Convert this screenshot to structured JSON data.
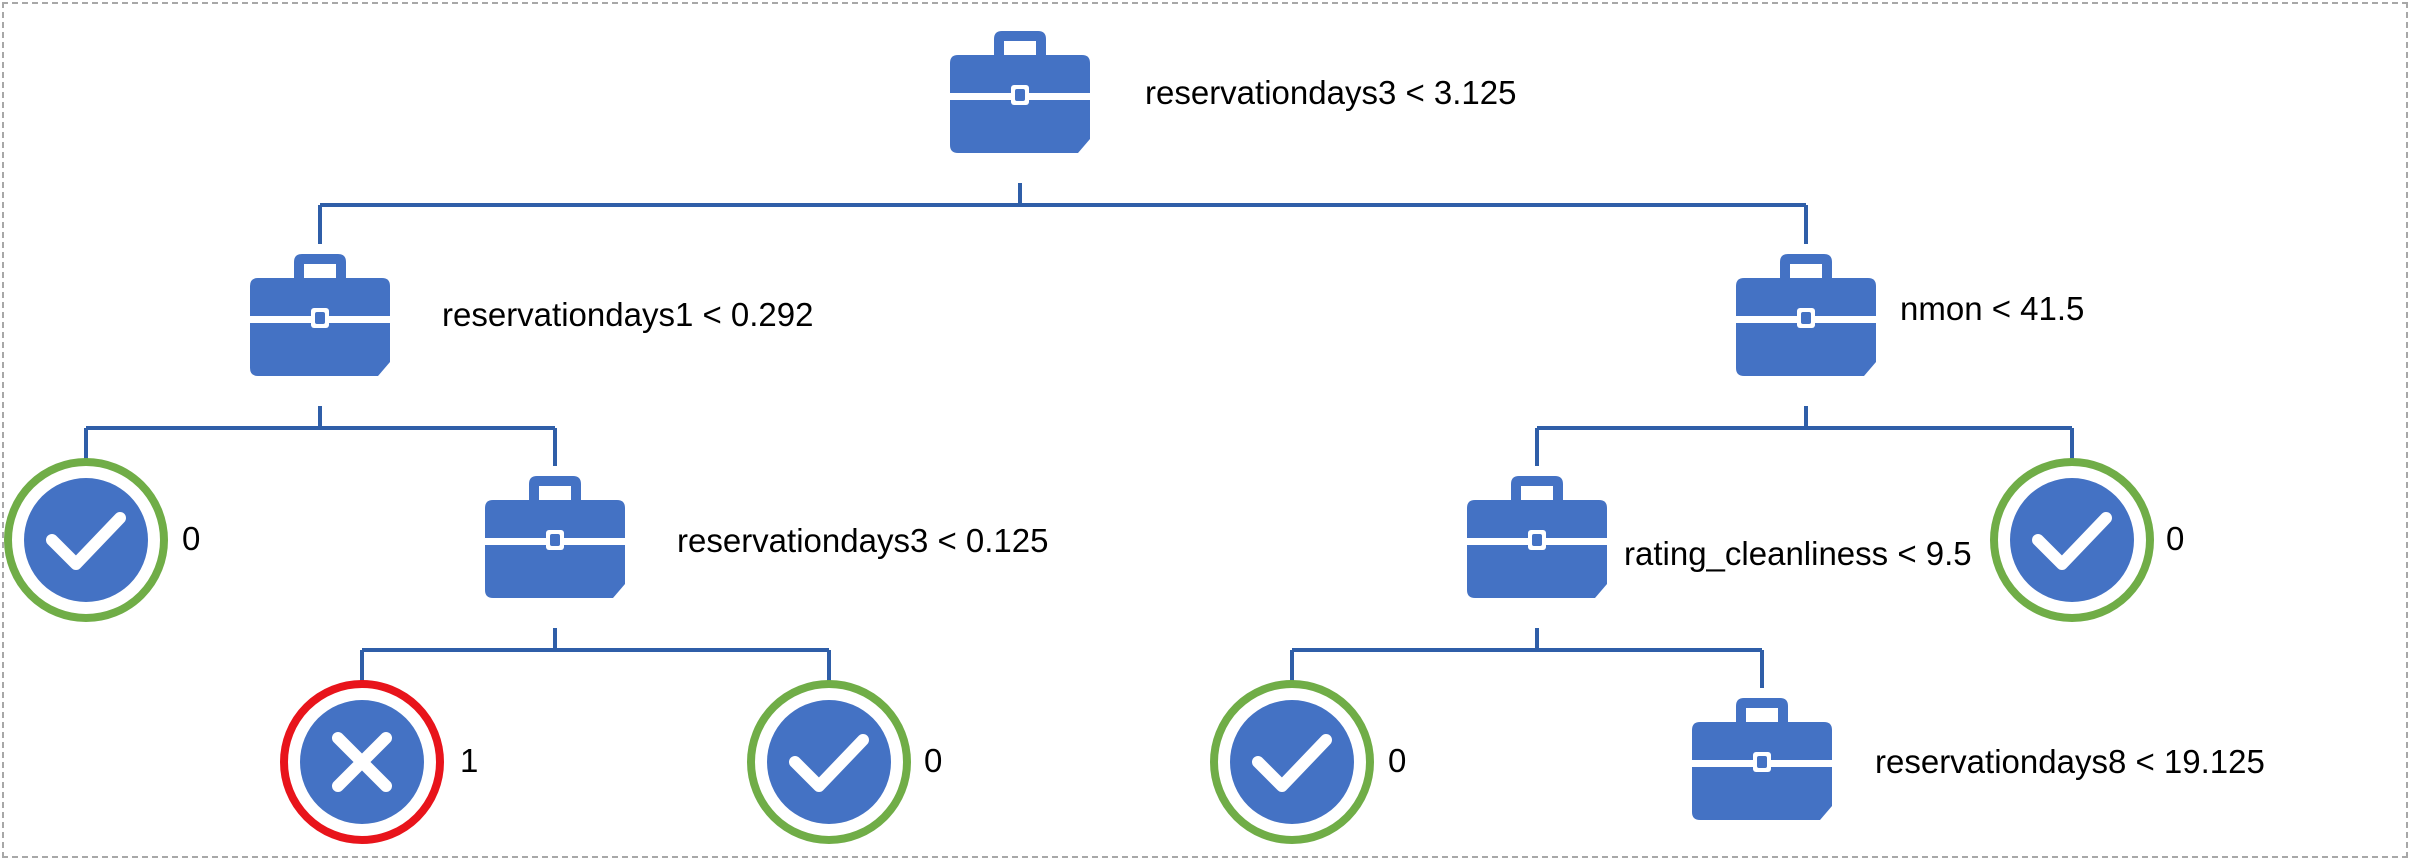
{
  "tree": {
    "colors": {
      "icon_fill": "#4472C4",
      "icon_cutout": "#ffffff",
      "connector": "#2f5ea8",
      "leaf_ok_ring": "#70ad47",
      "leaf_fail_ring": "#e8141b",
      "text": "#000000"
    },
    "nodes": [
      {
        "id": "root",
        "kind": "split",
        "icon": "briefcase-icon",
        "label": "reservationdays3 < 3.125"
      },
      {
        "id": "left",
        "kind": "split",
        "icon": "briefcase-icon",
        "label": "reservationdays1 < 0.292"
      },
      {
        "id": "right",
        "kind": "split",
        "icon": "briefcase-icon",
        "label": "nmon < 41.5"
      },
      {
        "id": "left-leaf",
        "kind": "leaf",
        "icon": "checkmark-icon",
        "result": "ok",
        "label": "0"
      },
      {
        "id": "left-right",
        "kind": "split",
        "icon": "briefcase-icon",
        "label": "reservationdays3 < 0.125"
      },
      {
        "id": "right-left",
        "kind": "split",
        "icon": "briefcase-icon",
        "label": "rating_cleanliness < 9.5"
      },
      {
        "id": "right-leaf",
        "kind": "leaf",
        "icon": "checkmark-icon",
        "result": "ok",
        "label": "0"
      },
      {
        "id": "lr-fail",
        "kind": "leaf",
        "icon": "cross-icon",
        "result": "fail",
        "label": "1"
      },
      {
        "id": "lr-ok",
        "kind": "leaf",
        "icon": "checkmark-icon",
        "result": "ok",
        "label": "0"
      },
      {
        "id": "rl-ok",
        "kind": "leaf",
        "icon": "checkmark-icon",
        "result": "ok",
        "label": "0"
      },
      {
        "id": "rl-split",
        "kind": "split",
        "icon": "briefcase-icon",
        "label": "reservationdays8 < 19.125"
      }
    ],
    "edges": [
      [
        "root",
        "left"
      ],
      [
        "root",
        "right"
      ],
      [
        "left",
        "left-leaf"
      ],
      [
        "left",
        "left-right"
      ],
      [
        "right",
        "right-left"
      ],
      [
        "right",
        "right-leaf"
      ],
      [
        "left-right",
        "lr-fail"
      ],
      [
        "left-right",
        "lr-ok"
      ],
      [
        "right-left",
        "rl-ok"
      ],
      [
        "right-left",
        "rl-split"
      ]
    ]
  }
}
